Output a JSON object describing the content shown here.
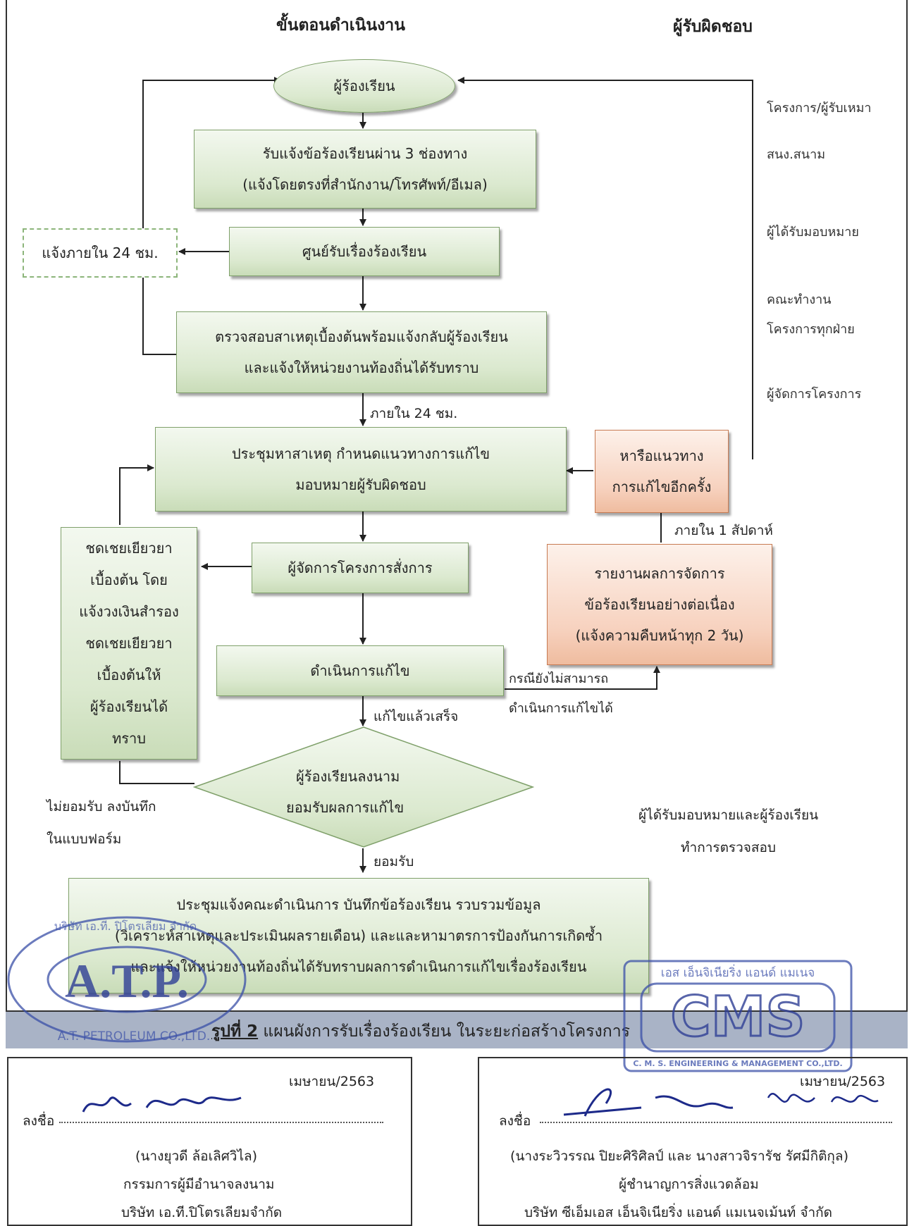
{
  "headers": {
    "process": "ขั้นตอนดำเนินงาน",
    "responsible": "ผู้รับผิดชอบ"
  },
  "nodes": {
    "complainant": "ผู้ร้องเรียน",
    "receive_1": "รับแจ้งข้อร้องเรียนผ่าน 3 ช่องทาง",
    "receive_2": "(แจ้งโดยตรงที่สำนักงาน/โทรศัพท์/อีเมล)",
    "center": "ศูนย์รับเรื่องร้องเรียน",
    "notify24": "แจ้งภายใน 24 ชม.",
    "inspect_1": "ตรวจสอบสาเหตุเบื้องต้นพร้อมแจ้งกลับผู้ร้องเรียน",
    "inspect_2": "และแจ้งให้หน่วยงานท้องถิ่นได้รับทราบ",
    "meeting_1": "ประชุมหาสาเหตุ กำหนดแนวทางการแก้ไข",
    "meeting_2": "มอบหมายผู้รับผิดชอบ",
    "alt_1": "หารือแนวทาง",
    "alt_2": "การแก้ไขอีกครั้ง",
    "order": "ผู้จัดการโครงการสั่งการ",
    "compensate": [
      "ชดเชยเยียวยา",
      "เบื้องต้น โดย",
      "แจ้งวงเงินสำรอง",
      "ชดเชยเยียวยา",
      "เบื้องต้นให้",
      "ผู้ร้องเรียนได้",
      "ทราบ"
    ],
    "report_1": "รายงานผลการจัดการ",
    "report_2": "ข้อร้องเรียนอย่างต่อเนื่อง",
    "report_3": "(แจ้งความคืบหน้าทุก 2 วัน)",
    "fix": "ดำเนินการแก้ไข",
    "sign_1": "ผู้ร้องเรียนลงนาม",
    "sign_2": "ยอมรับผลการแก้ไข",
    "final_1": "ประชุมแจ้งคณะดำเนินการ บันทึกข้อร้องเรียน รวบรวมข้อมูล",
    "final_2": "(วิเคราะห์สาเหตุและประเมินผลรายเดือน) และและหามาตรการป้องกันการเกิดซ้ำ",
    "final_3": "และแจ้งให้หน่วยงานท้องถิ่นได้รับทราบผลการดำเนินการแก้ไขเรื่องร้องเรียน"
  },
  "edge_labels": {
    "within24": "ภายใน 24 ชม.",
    "within_week": "ภายใน 1 สัปดาห์",
    "cannot_fix_1": "กรณียังไม่สามารถ",
    "cannot_fix_2": "ดำเนินการแก้ไขได้",
    "fixed": "แก้ไขแล้วเสร็จ",
    "reject_1": "ไม่ยอมรับ ลงบันทึก",
    "reject_2": "ในแบบฟอร์ม",
    "accept": "ยอมรับ"
  },
  "responsible": {
    "r1": "โครงการ/ผู้รับเหมา",
    "r2": "สนง.สนาม",
    "r3": "ผู้ได้รับมอบหมาย",
    "r4a": "คณะทำงาน",
    "r4b": "โครงการทุกฝ่าย",
    "r5": "ผู้จัดการโครงการ",
    "r6a": "ผู้ได้รับมอบหมายและผู้ร้องเรียน",
    "r6b": "ทำการตรวจสอบ"
  },
  "caption": {
    "number": "รูปที่ 2",
    "text": " แผนผังการรับเรื่องร้องเรียน ในระยะก่อสร้างโครงการ"
  },
  "stamps": {
    "atp_big": "A.T.P.",
    "atp_ring_top": "บริษัท เอ.ที. ปิโตรเลียม จำกัด",
    "atp_ring_bottom": "A.T. PETROLEUM CO.,LTD.",
    "cms_big": "CMS",
    "cms_top": "เอส เอ็นจิเนียริ่ง แอนด์ แมเนจ",
    "cms_bottom": "C. M. S. ENGINEERING & MANAGEMENT CO.,LTD."
  },
  "signatures": {
    "left": {
      "date": "เมษายน/2563",
      "sign_label": "ลงชื่อ",
      "name": "(นางยุวดี ล้อเลิศวิไล)",
      "role": "กรรมการผู้มีอำนาจลงนาม",
      "company": "บริษัท เอ.ที.ปิโตรเลียมจำกัด"
    },
    "right": {
      "date": "เมษายน/2563",
      "sign_label": "ลงชื่อ",
      "name": "(นางระวิวรรณ ปิยะศิริศิลป์ และ นางสาวจิรารัช รัศมีกิติกุล)",
      "role": "ผู้ชำนาญการสิ่งแวดล้อม",
      "company": "บริษัท ซีเอ็มเอส เอ็นจิเนียริ่ง แอนด์ แมเนจเม้นท์ จำกัด"
    }
  }
}
